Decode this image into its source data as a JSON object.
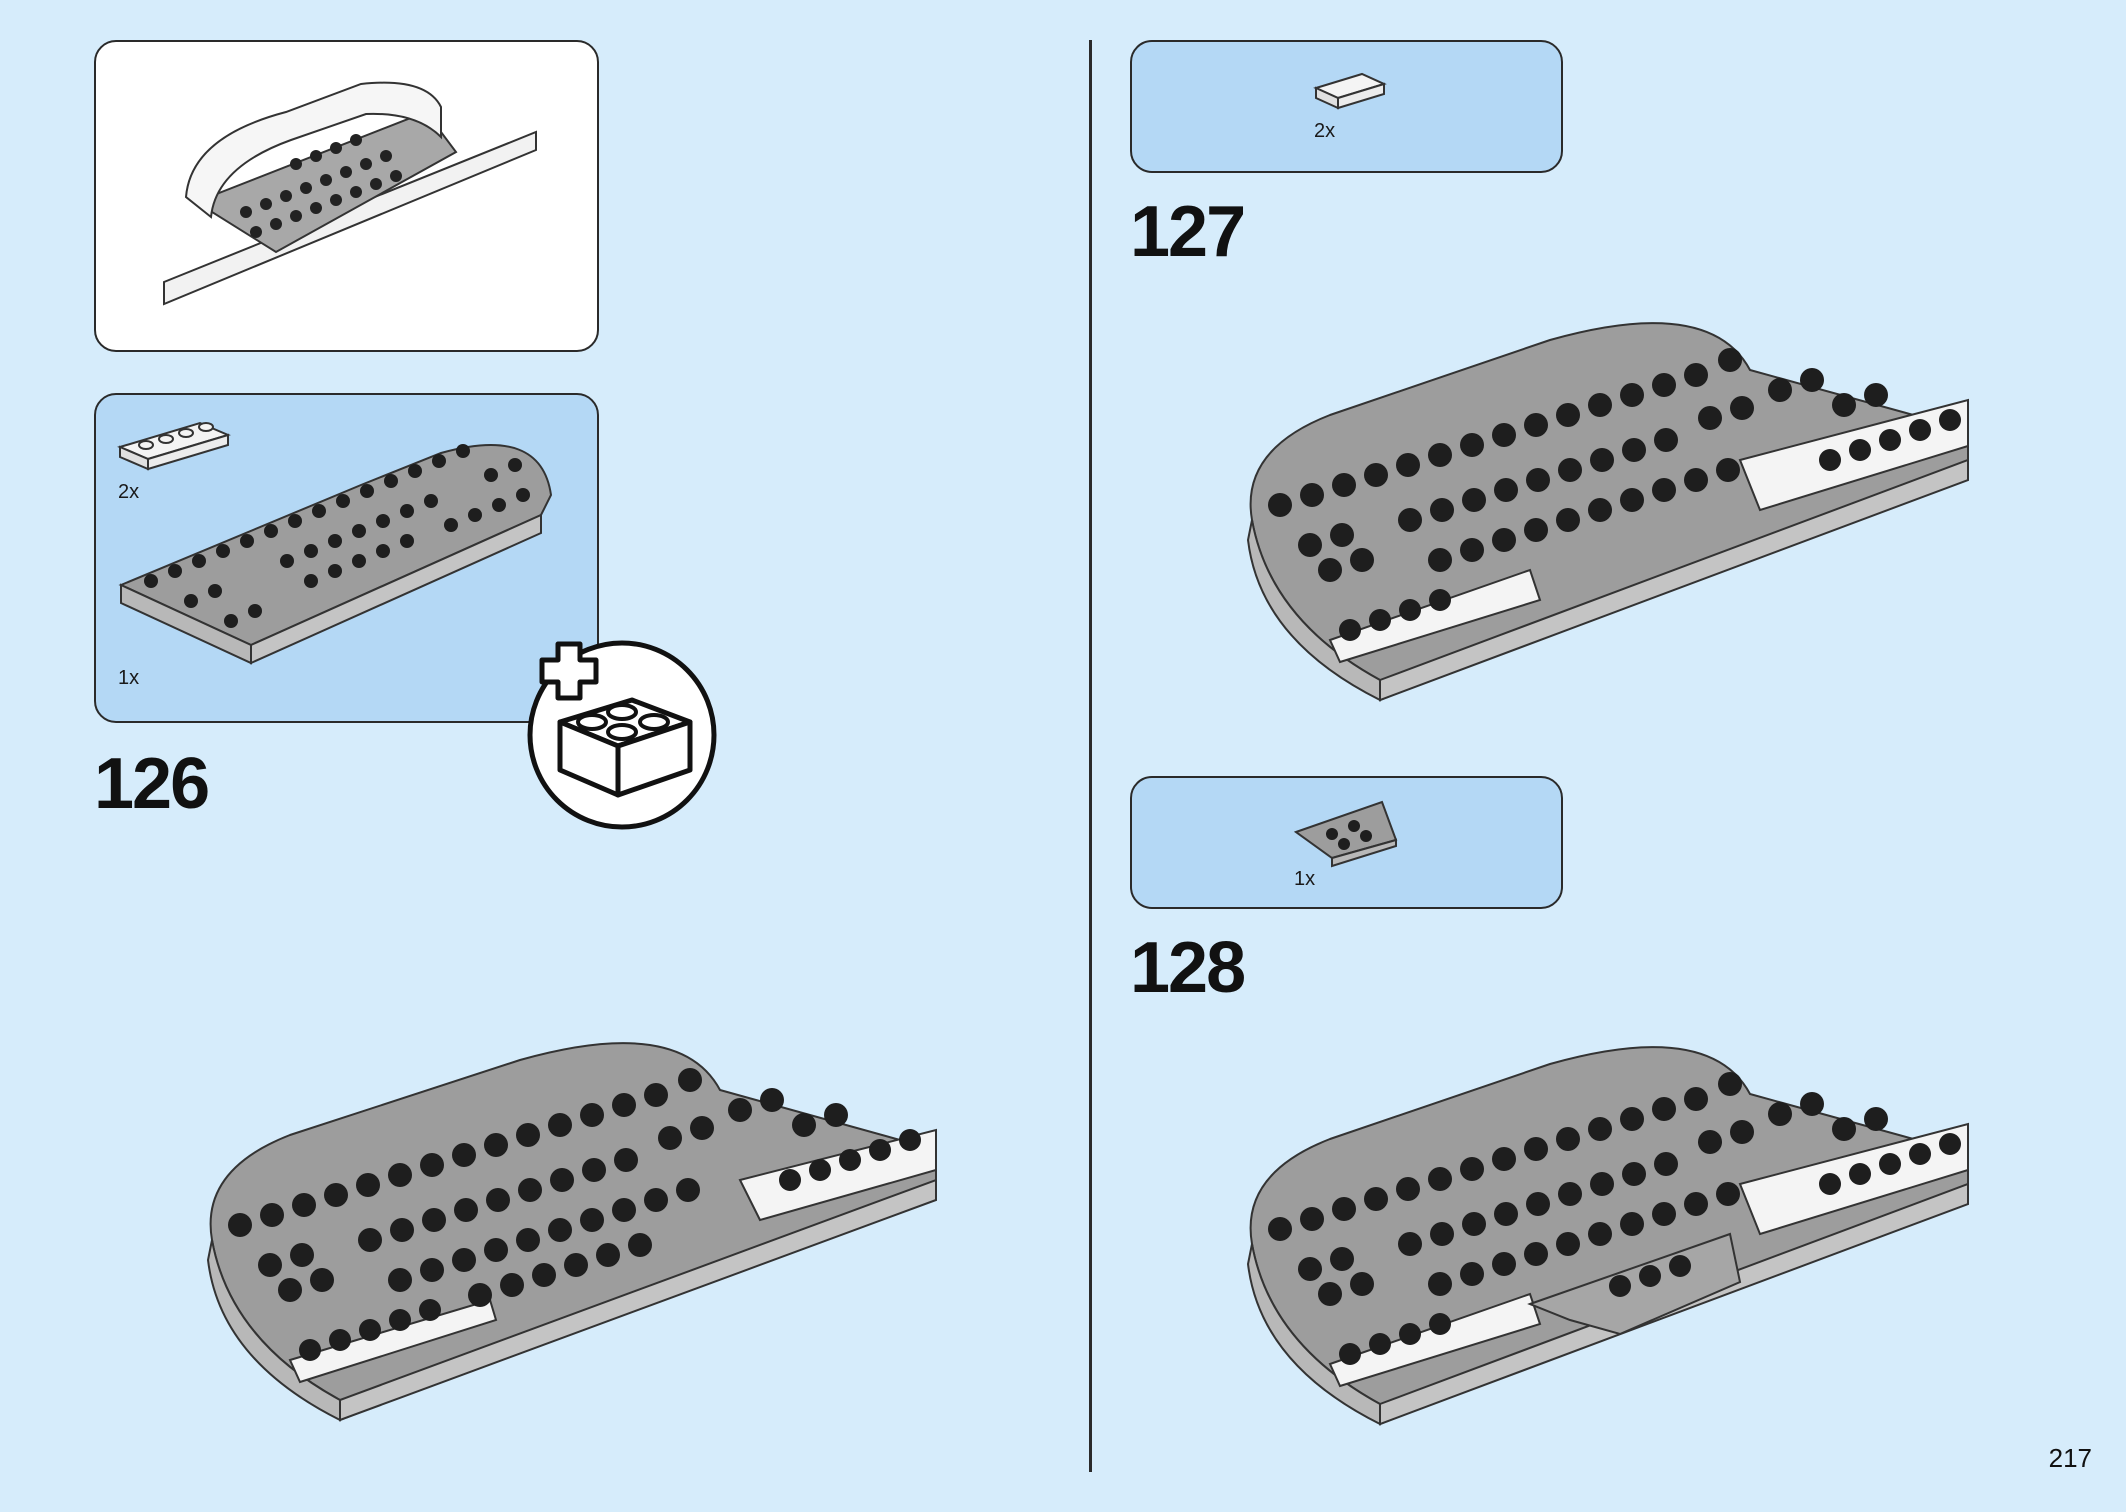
{
  "page": {
    "number": "217"
  },
  "steps": [
    {
      "number": "126",
      "parts": [
        {
          "qty": "2x",
          "part": "white-plate-1x4-icon"
        },
        {
          "qty": "1x",
          "part": "gray-rounded-plate-icon"
        }
      ],
      "submodel_callout": "add-submodel-icon"
    },
    {
      "number": "127",
      "parts": [
        {
          "qty": "2x",
          "part": "white-tile-1x2-icon"
        }
      ]
    },
    {
      "number": "128",
      "parts": [
        {
          "qty": "1x",
          "part": "gray-wedge-plate-icon"
        }
      ]
    }
  ],
  "colors": {
    "background": "#d6ecfb",
    "parts_panel": "#b4d8f5",
    "plate_gray": "#9d9d9d",
    "stud_black": "#1e1e1e",
    "white_part": "#f4f4f4"
  }
}
